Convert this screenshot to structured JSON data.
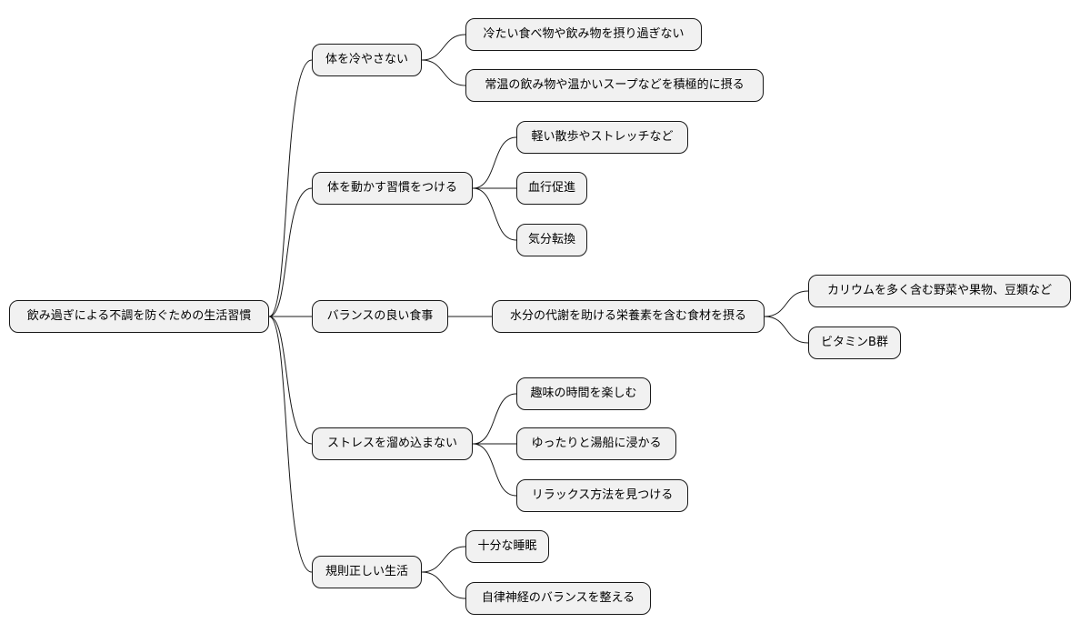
{
  "mindmap": {
    "root": "飲み過ぎによる不調を防ぐための生活習慣",
    "branches": [
      {
        "label": "体を冷やさない",
        "children": [
          {
            "label": "冷たい食べ物や飲み物を摂り過ぎない"
          },
          {
            "label": "常温の飲み物や温かいスープなどを積極的に摂る"
          }
        ]
      },
      {
        "label": "体を動かす習慣をつける",
        "children": [
          {
            "label": "軽い散歩やストレッチなど"
          },
          {
            "label": "血行促進"
          },
          {
            "label": "気分転換"
          }
        ]
      },
      {
        "label": "バランスの良い食事",
        "children": [
          {
            "label": "水分の代謝を助ける栄養素を含む食材を摂る",
            "children": [
              {
                "label": "カリウムを多く含む野菜や果物、豆類など"
              },
              {
                "label": "ビタミンB群"
              }
            ]
          }
        ]
      },
      {
        "label": "ストレスを溜め込まない",
        "children": [
          {
            "label": "趣味の時間を楽しむ"
          },
          {
            "label": "ゆったりと湯船に浸かる"
          },
          {
            "label": "リラックス方法を見つける"
          }
        ]
      },
      {
        "label": "規則正しい生活",
        "children": [
          {
            "label": "十分な睡眠"
          },
          {
            "label": "自律神経のバランスを整える"
          }
        ]
      }
    ]
  }
}
